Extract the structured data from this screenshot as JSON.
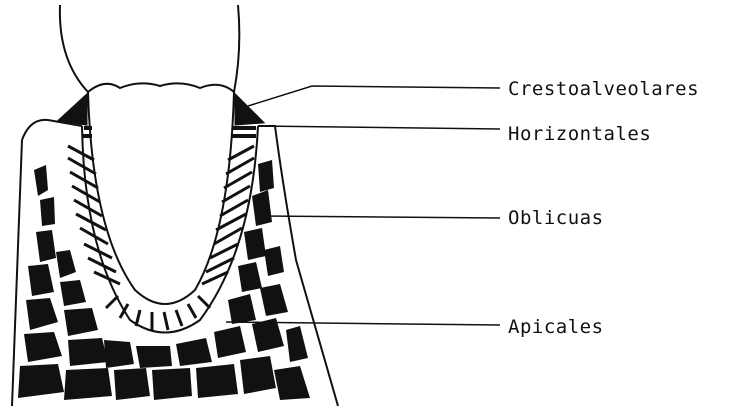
{
  "labels": {
    "crestoalveolares": "Crestoalveolares",
    "horizontales": "Horizontales",
    "oblicuas": "Oblicuas",
    "apicales": "Apicales"
  },
  "colors": {
    "ink": "#111111",
    "background": "#ffffff"
  }
}
